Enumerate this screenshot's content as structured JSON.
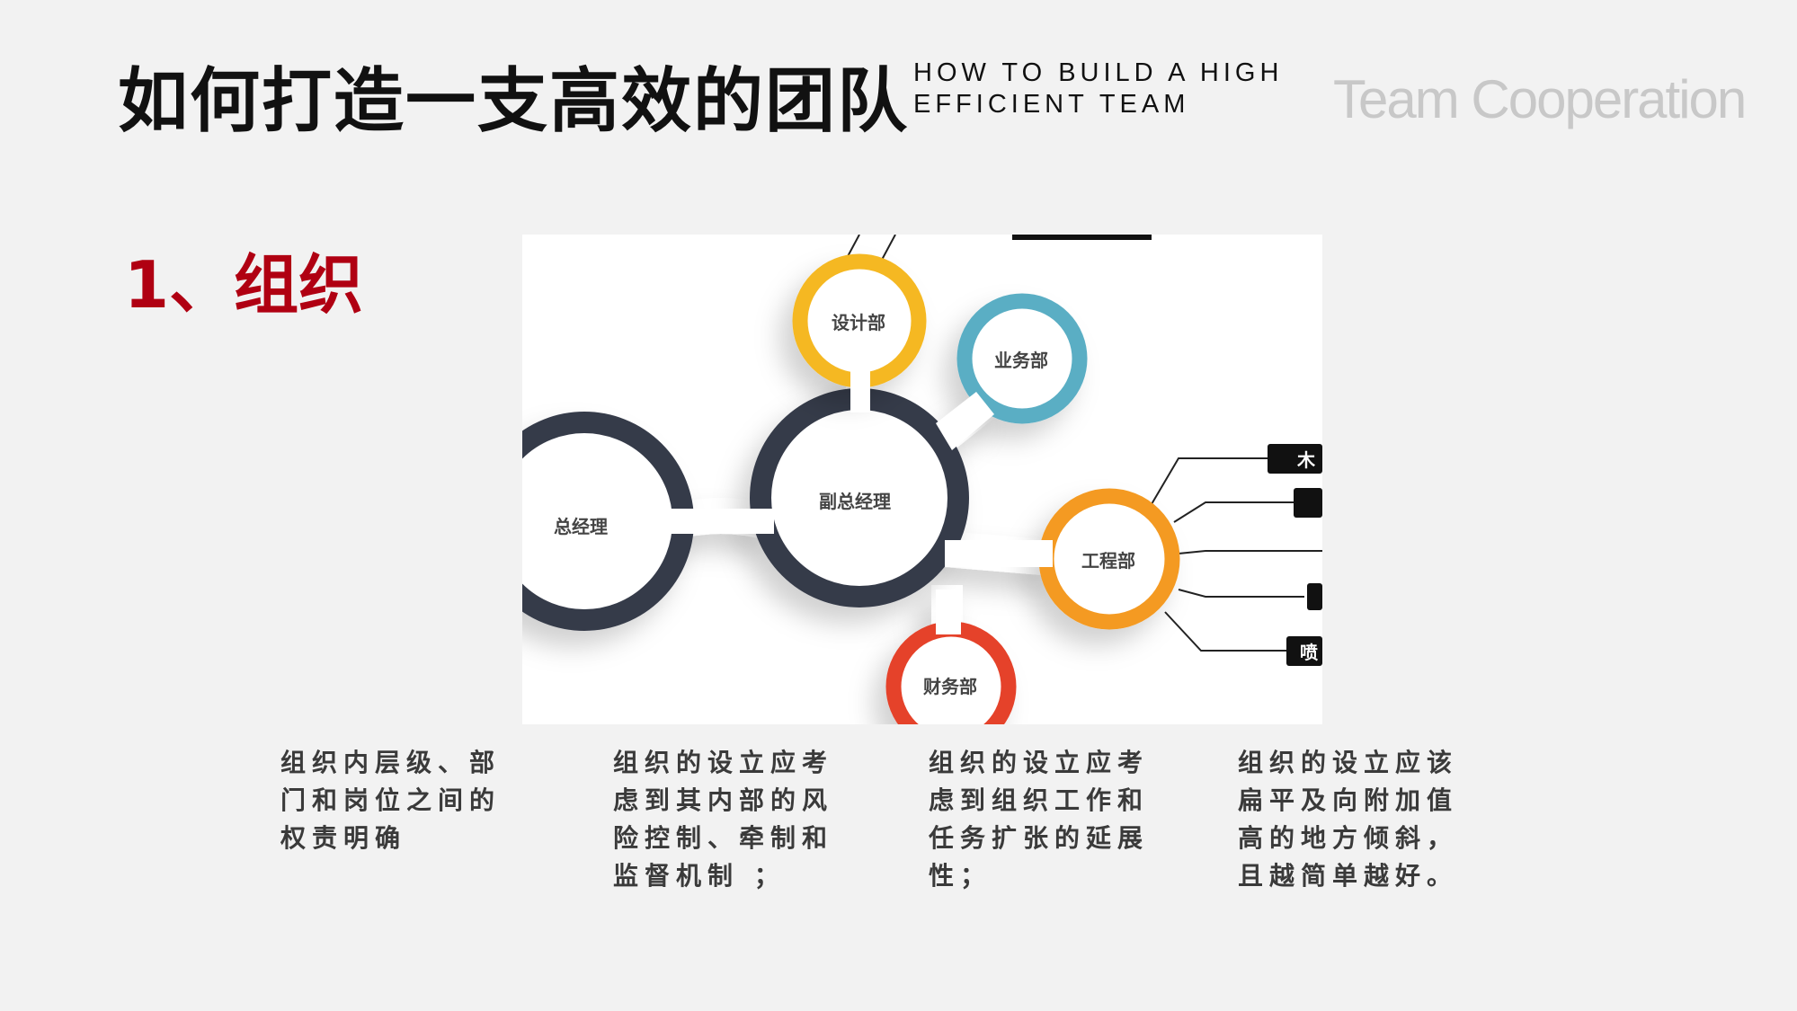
{
  "header": {
    "title": "如何打造一支高效的团队",
    "subtitle_line1": "HOW TO BUILD A HIGH",
    "subtitle_line2": "EFFICIENT TEAM",
    "brand": "Team Cooperation"
  },
  "section": {
    "title": "1、组织"
  },
  "diagram": {
    "nodes": {
      "gm": "总经理",
      "vgm": "副总经理",
      "design": "设计部",
      "business": "业务部",
      "engineering": "工程部",
      "finance": "财务部"
    },
    "box_labels": [
      "木",
      "喷"
    ],
    "colors": {
      "dark": "#363b4a",
      "yellow": "#f5b820",
      "blue": "#5aaec4",
      "orange": "#f49a20",
      "red": "#e5432a"
    }
  },
  "columns": [
    {
      "lines": [
        "组织内层级、部",
        "门和岗位之间的",
        "权责明确"
      ]
    },
    {
      "lines": [
        "组织的设立应考",
        "虑到其内部的风",
        "险控制、牵制和",
        "监督机制 ；"
      ]
    },
    {
      "lines": [
        "组织的设立应考",
        "虑到组织工作和",
        "任务扩张的延展",
        "性；"
      ]
    },
    {
      "lines": [
        "组织的设立应该",
        "扁平及向附加值",
        "高的地方倾斜，",
        "且越简单越好。"
      ]
    }
  ]
}
